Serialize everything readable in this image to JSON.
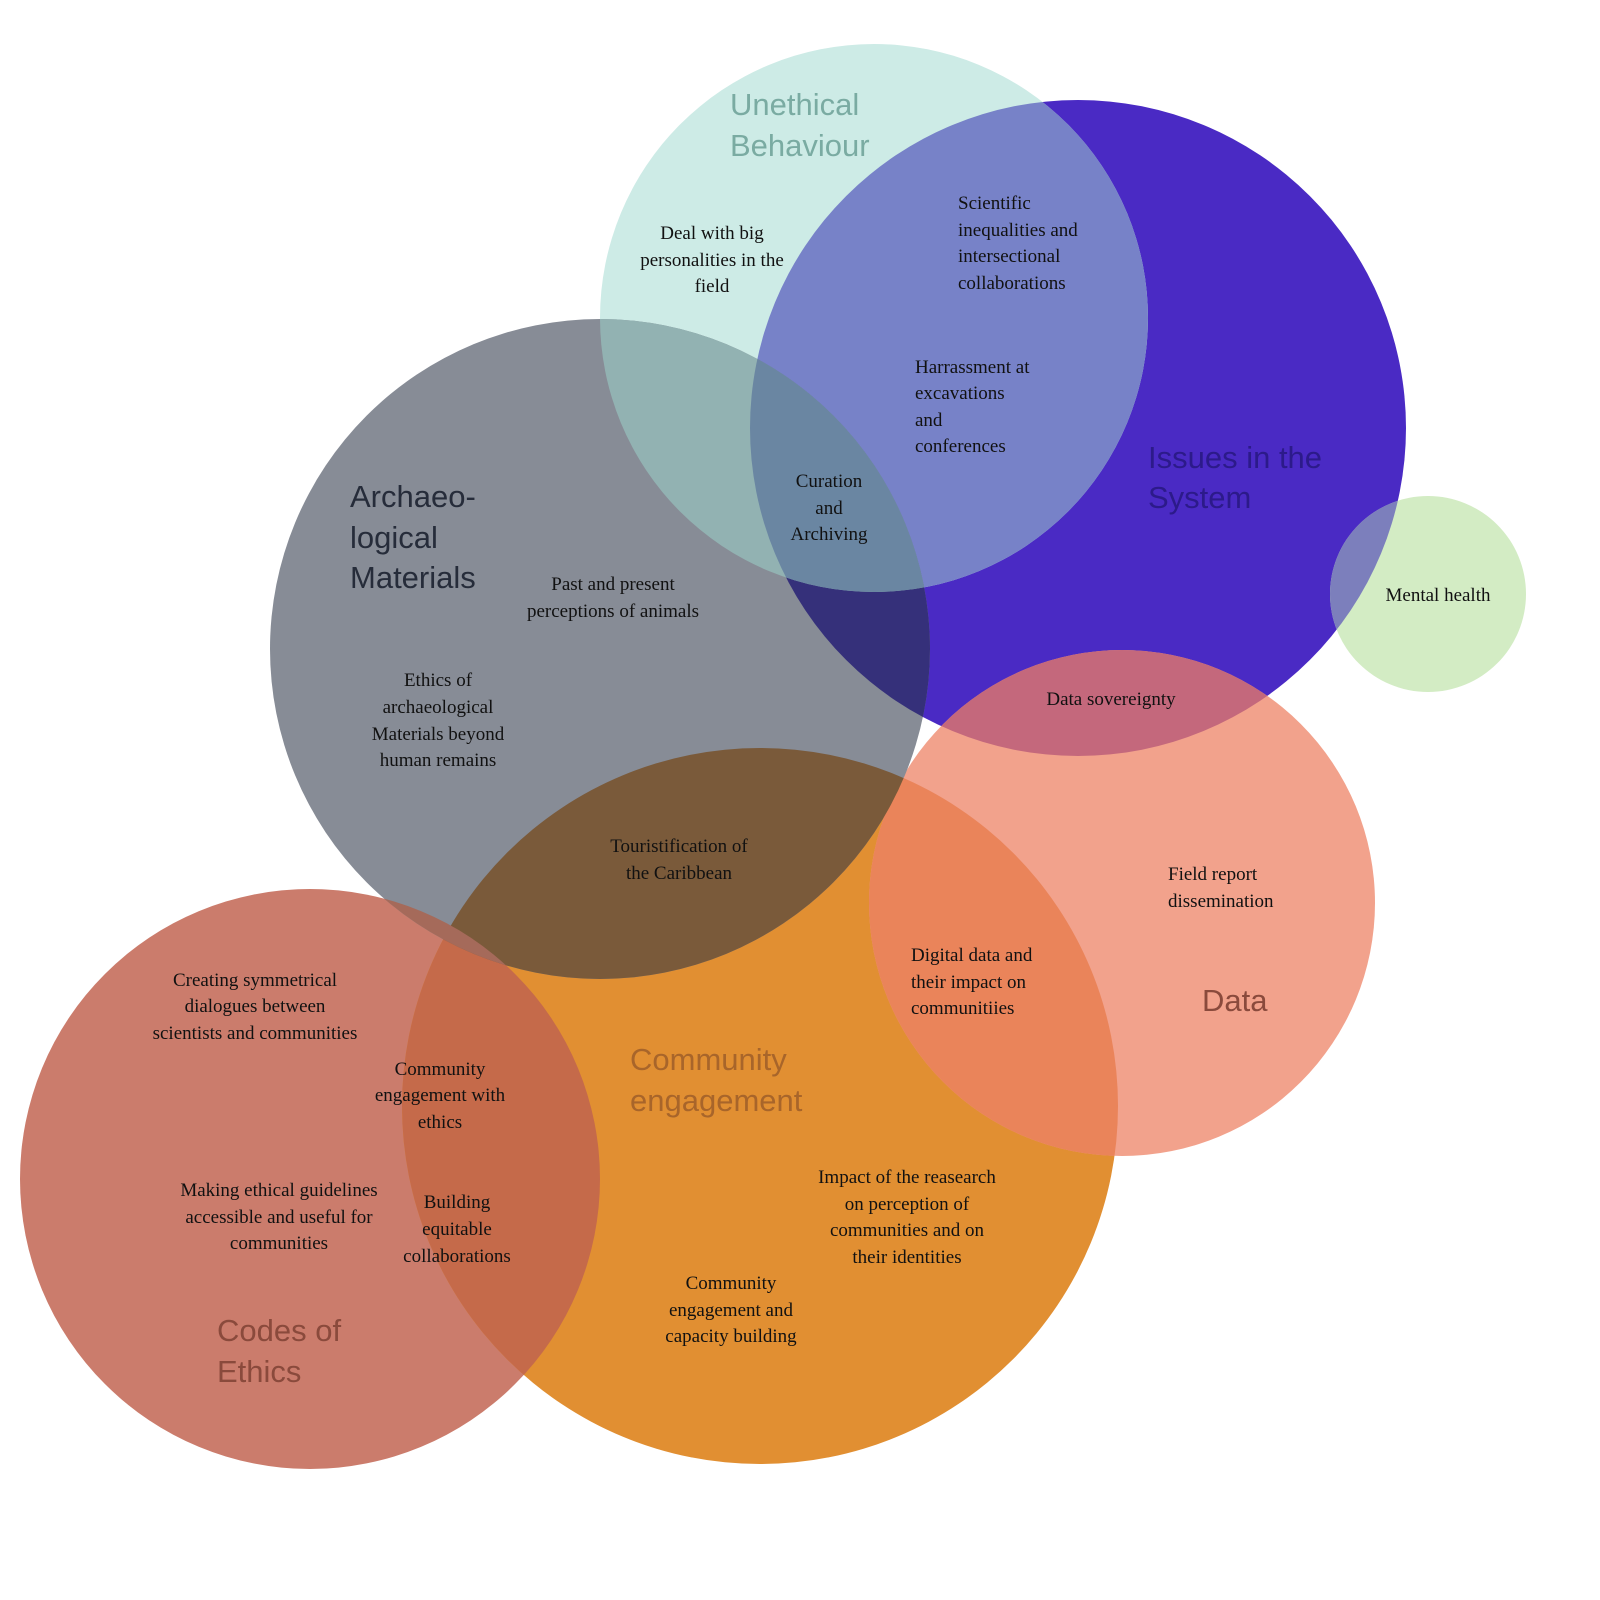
{
  "categories": {
    "unethical": {
      "lines": [
        "Unethical",
        "Behaviour"
      ],
      "color": "#cdebe6",
      "text_color": "#7aaba2"
    },
    "issues": {
      "lines": [
        "Issues in the",
        "System"
      ],
      "color": "#4a2ac4",
      "text_color": "#2c1a8a"
    },
    "archaeological": {
      "lines": [
        "Archaeo-",
        "logical",
        "Materials"
      ],
      "color": "#878c96",
      "text_color": "#262c3a"
    },
    "community": {
      "lines": [
        "Community",
        "engagement"
      ],
      "color": "#e18f32",
      "text_color": "#a8652a"
    },
    "data": {
      "lines": [
        "Data"
      ],
      "color": "#f2a28c",
      "text_color": "#8a4a3c"
    },
    "codes": {
      "lines": [
        "Codes of",
        "Ethics"
      ],
      "color": "#cb7c6c",
      "text_color": "#8a4a3c"
    },
    "mental": {
      "color": "#d3ecc4"
    }
  },
  "items": {
    "big_personalities": [
      "Deal with big",
      "personalities in the",
      "field"
    ],
    "scientific_inequalities": [
      "Scientific",
      "inequalities and",
      "intersectional",
      "collaborations"
    ],
    "harrassment": [
      "Harrassment at",
      "excavations",
      "and",
      "conferences"
    ],
    "curation": [
      "Curation",
      "and",
      "Archiving"
    ],
    "perceptions_animals": [
      "Past and present",
      "perceptions of animals"
    ],
    "ethics_materials": [
      "Ethics of",
      "archaeological",
      "Materials beyond",
      "human remains"
    ],
    "mental_health": [
      "Mental health"
    ],
    "data_sovereignty": [
      "Data sovereignty"
    ],
    "touristification": [
      "Touristification of",
      "the Caribbean"
    ],
    "field_report": [
      "Field report",
      "dissemination"
    ],
    "digital_data": [
      "Digital data and",
      "their impact on",
      "communitiies"
    ],
    "symmetrical_dialogues": [
      "Creating symmetrical",
      "dialogues between",
      "scientists and communities"
    ],
    "community_ethics": [
      "Community",
      "engagement with",
      "ethics"
    ],
    "guidelines": [
      "Making ethical guidelines",
      "accessible and useful for",
      "communities"
    ],
    "equitable": [
      "Building",
      "equitable",
      "collaborations"
    ],
    "impact_research": [
      "Impact of the reasearch",
      "on perception of",
      "communities and on",
      "their identities"
    ],
    "capacity_building": [
      "Community",
      "engagement and",
      "capacity building"
    ]
  }
}
